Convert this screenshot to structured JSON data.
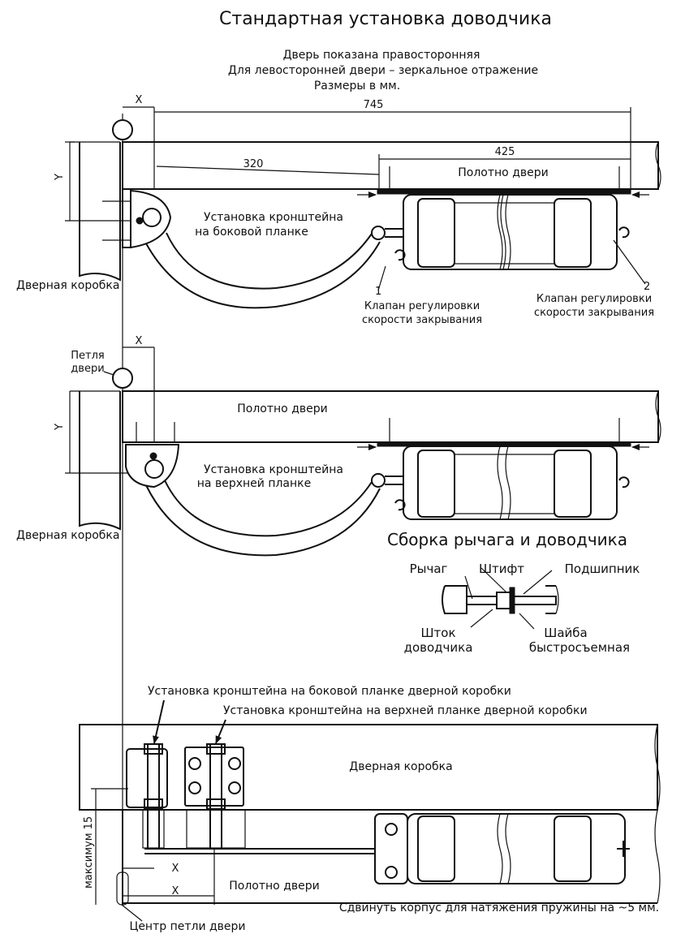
{
  "title": "Стандартная установка доводчика",
  "notes": [
    "Дверь показана правосторонняя",
    "Для левосторонней двери – зеркальное отражение",
    "Размеры в мм."
  ],
  "dimensions": {
    "x": "X",
    "y": "Y",
    "d745": "745",
    "d320": "320",
    "d425": "425",
    "max15": "максимум 15"
  },
  "view1": {
    "door_leaf": "Полотно двери",
    "bracket": [
      "Установка кронштейна",
      "на боковой планке"
    ],
    "frame": "Дверная коробка",
    "valve1_num": "1",
    "valve1": [
      "Клапан регулировки",
      "скорости закрывания"
    ],
    "valve2_num": "2",
    "valve2": [
      "Клапан регулировки",
      "скорости закрывания"
    ]
  },
  "view2": {
    "hinge": [
      "Петля",
      "двери"
    ],
    "door_leaf": "Полотно двери",
    "bracket": [
      "Установка кронштейна",
      "на верхней планке"
    ],
    "frame": "Дверная коробка"
  },
  "assembly": {
    "title": "Сборка рычага и доводчика",
    "lever": "Рычаг",
    "pin": "Штифт",
    "bearing": "Подшипник",
    "rod": [
      "Шток",
      "доводчика"
    ],
    "washer": [
      "Шайба",
      "быстросъемная"
    ]
  },
  "view3": {
    "side_bracket": "Установка кронштейна на боковой планке дверной коробки",
    "top_bracket": "Установка кронштейна на верхней планке дверной коробки",
    "frame": "Дверная коробка",
    "door_leaf": "Полотно двери",
    "shift": "Сдвинуть корпус для натяжения пружины на ~5 мм.",
    "hinge_center": "Центр петли двери"
  }
}
